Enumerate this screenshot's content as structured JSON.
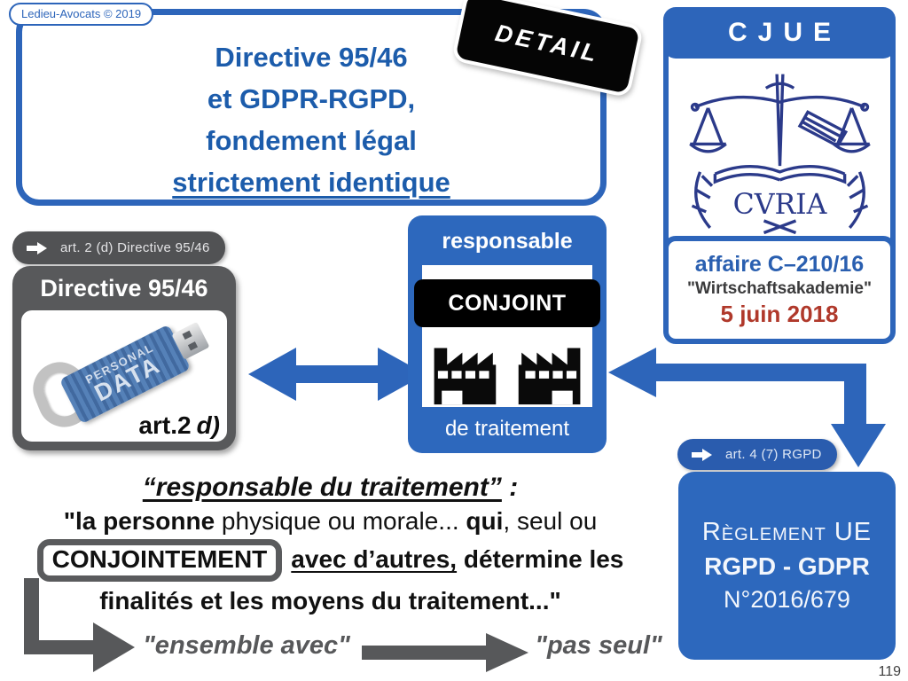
{
  "colors": {
    "accent_blue": "#2d65ba",
    "box_blue": "#2d68bd",
    "title_text_blue": "#1c5cab",
    "logo_navy": "#2b3a8a",
    "dark_gray": "#58595b",
    "date_red": "#b0392b",
    "black": "#050505"
  },
  "header": {
    "copyright": "Ledieu-Avocats © 2019",
    "title_lines": [
      "Directive 95/46",
      "et GDPR-RGPD,",
      "fondement légal",
      "strictement identique"
    ],
    "detail_badge": "DETAIL"
  },
  "cjue": {
    "title": "CJUE",
    "logo_caption": "CVRIA",
    "case_number": "affaire C–210/16",
    "case_name": "\"Wirtschaftsakademie\"",
    "case_date": "5 juin 2018"
  },
  "directive_panel": {
    "ref_badge": "art. 2 (d) Directive 95/46",
    "title": "Directive 95/46",
    "usb_line1": "PERSONAL",
    "usb_line2": "DATA",
    "article_label": "art.2",
    "article_letter": "d)"
  },
  "controller_panel": {
    "top_label": "responsable",
    "middle_label": "CONJOINT",
    "bottom_label": "de traitement"
  },
  "rgpd_panel": {
    "ref_badge": "art. 4 (7) RGPD",
    "line1": "Règlement UE",
    "line2": "RGPD - GDPR",
    "line3": "N°2016/679"
  },
  "quote": {
    "line1_quoted": "“responsable du traitement”",
    "line1_suffix": " :",
    "line2_seg1": "\"la personne",
    "line2_seg2": " physique ou morale... ",
    "line2_seg3": "qui",
    "line2_seg4": ", seul ou",
    "line3_boxed": "CONJOINTEMENT",
    "line3_underlined": "avec d’autres,",
    "line3_rest": " détermine les",
    "line4": "finalités et les moyens du traitement...\""
  },
  "footer": {
    "arrow_label1": "\"ensemble avec\"",
    "arrow_label2": "\"pas seul\"",
    "page_number": "119"
  }
}
